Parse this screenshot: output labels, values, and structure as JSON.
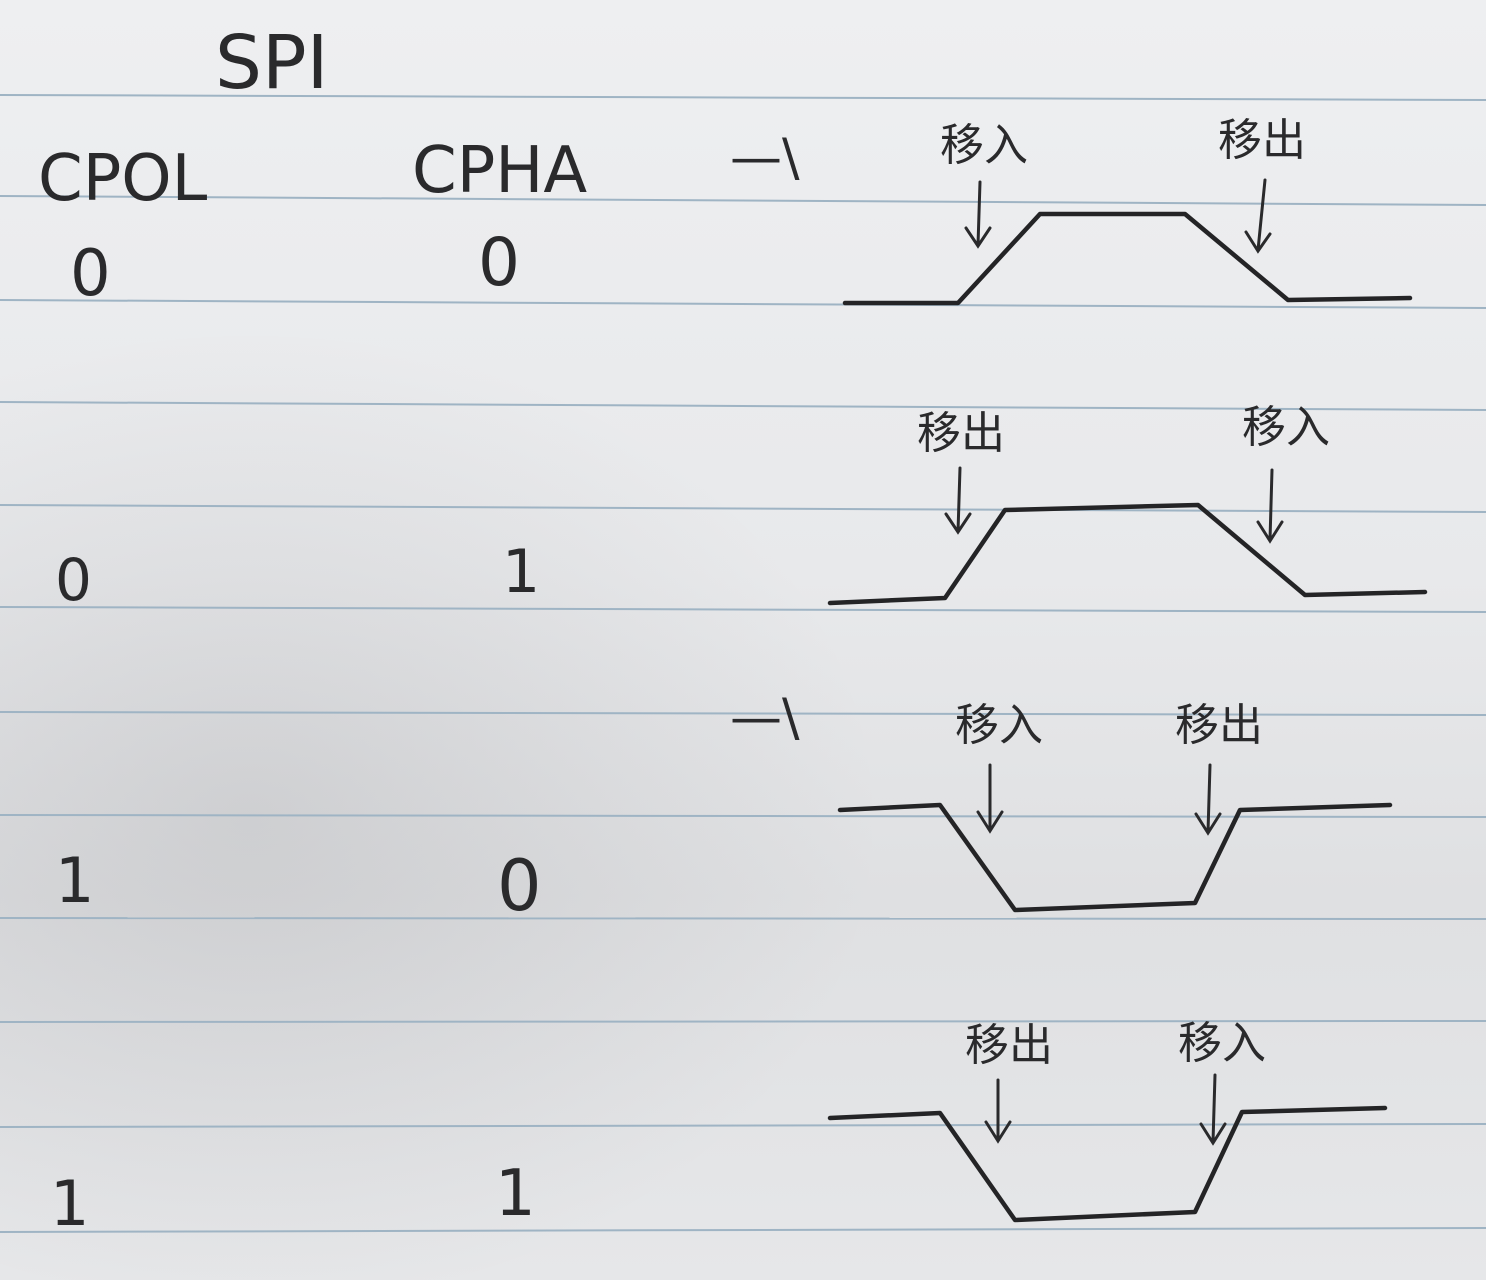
{
  "title": "SPI",
  "headers": {
    "cpol": "CPOL",
    "cpha": "CPHA"
  },
  "rows": [
    {
      "cpol": "0",
      "cpha": "0",
      "idle_mark": "—\\",
      "first_edge": "移入",
      "second_edge": "移出",
      "idle": "low"
    },
    {
      "cpol": "0",
      "cpha": "1",
      "idle_mark": "",
      "first_edge": "移出",
      "second_edge": "移入",
      "idle": "low"
    },
    {
      "cpol": "1",
      "cpha": "0",
      "idle_mark": "—\\",
      "first_edge": "移入",
      "second_edge": "移出",
      "idle": "high"
    },
    {
      "cpol": "1",
      "cpha": "1",
      "idle_mark": "",
      "first_edge": "移出",
      "second_edge": "移入",
      "idle": "high"
    }
  ],
  "colors": {
    "ink": "#242426",
    "rule": "#9fb4c4",
    "paper": "#e9eaec"
  }
}
